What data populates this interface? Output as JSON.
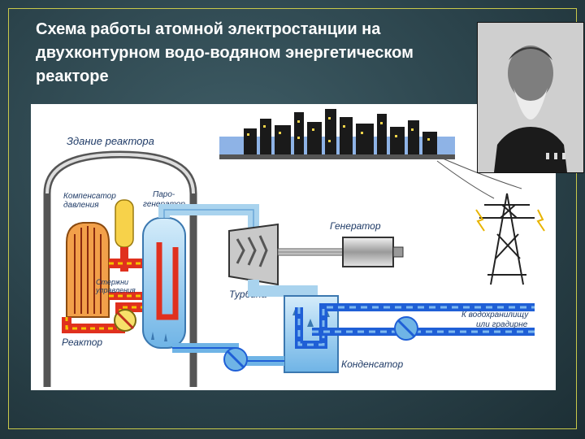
{
  "slide": {
    "title": "Схема работы атомной электростанции на\nдвухконтурном водо-водяном энергетическом\nреакторе"
  },
  "diagram": {
    "labels": {
      "reactor_building": "Здание реактора",
      "pressurizer_line1": "Компенсатор",
      "pressurizer_line2": "давления",
      "steam_gen_line1": "Паро-",
      "steam_gen_line2": "генератор",
      "control_rods_line1": "Стержни",
      "control_rods_line2": "управления",
      "reactor": "Реактор",
      "turbine": "Турбина",
      "generator": "Генератор",
      "condenser": "Конденсатор",
      "cooling_line1": "К водохранилищу",
      "cooling_line2": "или градирне"
    },
    "colors": {
      "primary_loop": "#e0301e",
      "primary_loop_dash": "#f5c400",
      "secondary_loop": "#1f5fd6",
      "steam": "#a9d3ee",
      "label": "#1e3a66"
    }
  },
  "portrait": {
    "icon": "portrait-photo"
  }
}
